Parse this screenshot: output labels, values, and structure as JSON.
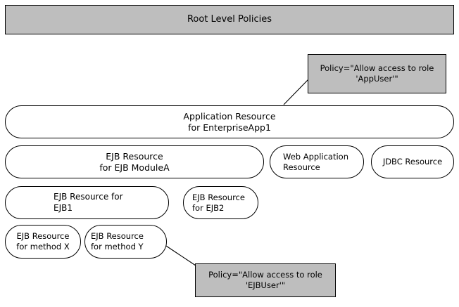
{
  "diagram": {
    "title_banner": {
      "label": "Root Level Policies"
    },
    "callouts": [
      {
        "name": "policy-callout-appuser",
        "line1": "Policy=\"Allow access to role",
        "line2": "'AppUser'\"",
        "fill": "#bebebe"
      },
      {
        "name": "policy-callout-ejbuser",
        "line1": "Policy=\"Allow access to role",
        "line2": "'EJBUser'\"",
        "fill": "#bebebe"
      }
    ],
    "resources": [
      {
        "name": "application-resource",
        "line1": "Application Resource",
        "line2": "for EnterpriseApp1"
      },
      {
        "name": "ejb-module-resource",
        "line1": "EJB Resource",
        "line2": "for EJB ModuleA"
      },
      {
        "name": "web-application-resource",
        "line1": "Web Application",
        "line2": "Resource"
      },
      {
        "name": "jdbc-resource",
        "line1": "JDBC Resource",
        "line2": ""
      },
      {
        "name": "ejb1-resource",
        "line1": "EJB Resource for",
        "line2": "EJB1"
      },
      {
        "name": "ejb2-resource",
        "line1": "EJB Resource",
        "line2": "for EJB2"
      },
      {
        "name": "ejb-method-x-resource",
        "line1": "EJB Resource",
        "line2": "for method X"
      },
      {
        "name": "ejb-method-y-resource",
        "line1": "EJB Resource",
        "line2": "for method Y"
      }
    ],
    "colors": {
      "shape_fill": "#bebebe",
      "node_fill": "#ffffff",
      "stroke": "#000000",
      "background": "#ffffff"
    }
  }
}
